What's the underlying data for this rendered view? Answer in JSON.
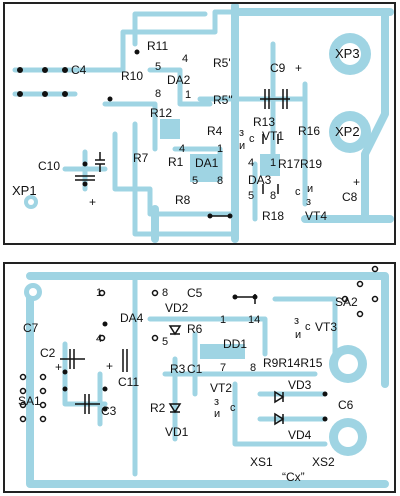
{
  "colors": {
    "trace": "#9fd4e3",
    "ink": "#111111",
    "border": "#222222"
  },
  "top_board": {
    "labels": {
      "xp3": "XP3",
      "xp2": "XP2",
      "xp1": "XP1",
      "c4": "C4",
      "c9": "C9",
      "c10": "C10",
      "c8": "C8",
      "r11": "R11",
      "r10": "R10",
      "r5p": "R5'",
      "r5pp": "R5\"",
      "r12": "R12",
      "r13": "R13",
      "r16": "R16",
      "r4": "R4",
      "r7": "R7",
      "r1": "R1",
      "r17r19": "R17R19",
      "r8": "R8",
      "r18": "R18",
      "da2": "DA2",
      "da1": "DA1",
      "da3": "DA3",
      "vt1": "VT1",
      "vt4": "VT4",
      "p4a": "4",
      "p5a": "5",
      "p8a": "8",
      "p1a": "1",
      "p4b": "4",
      "p1b": "1",
      "p5b": "5",
      "p8b": "8",
      "p4c": "4",
      "p1c": "1",
      "p5c": "5",
      "p8c": "8",
      "vt1_e": "з",
      "vt1_b": "и",
      "vt1_c": "с",
      "vt4_e": "з",
      "vt4_b": "и",
      "vt4_c": "с",
      "plus_c9": "+",
      "plus_c10": "+",
      "plus_c8": "+"
    }
  },
  "bottom_board": {
    "labels": {
      "c7": "C7",
      "c5": "C5",
      "c2": "C2",
      "c3": "C3",
      "c11": "C11",
      "c1": "C1",
      "c6": "C6",
      "da4": "DA4",
      "dd1": "DD1",
      "vd1": "VD1",
      "vd2": "VD2",
      "vd3": "VD3",
      "vd4": "VD4",
      "vt2": "VT2",
      "vt3": "VT3",
      "r6": "R6",
      "r3": "R3",
      "r2": "R2",
      "r9r14r15": "R9R14R15",
      "sa1": "SA1",
      "sa2": "SA2",
      "xs1": "XS1",
      "xs2": "XS2",
      "cx": "“Cx”",
      "p1": "1",
      "p8": "8",
      "p4": "4",
      "p5": "5",
      "p1b": "1",
      "p14": "14",
      "p7": "7",
      "p8b": "8",
      "vt3_e": "з",
      "vt3_b": "и",
      "vt3_c": "с",
      "vt2_e": "з",
      "vt2_b": "и",
      "vt2_c": "с",
      "plus_c11": "+",
      "plus_c2": "+"
    }
  }
}
